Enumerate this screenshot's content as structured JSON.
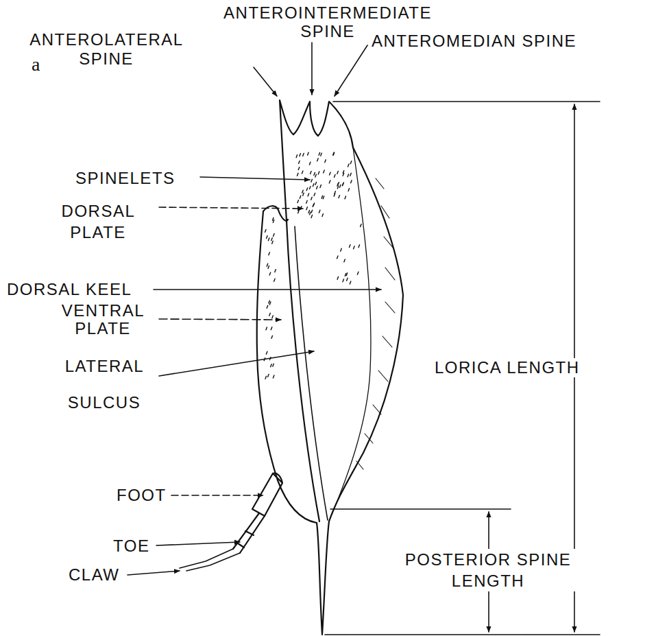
{
  "diagram": {
    "labels": [
      "ANTEROINTERMEDIATE SPINE",
      "ANTEROLATERAL SPINE",
      "ANTEROMEDIAN SPINE",
      "SPINELETS",
      "DORSAL PLATE",
      "DORSAL KEEL",
      "VENTRAL PLATE",
      "LATERAL SULCUS",
      "FOOT",
      "TOE",
      "CLAW",
      "LORICA LENGTH",
      "POSTERIOR SPINE LENGTH",
      "a"
    ]
  }
}
